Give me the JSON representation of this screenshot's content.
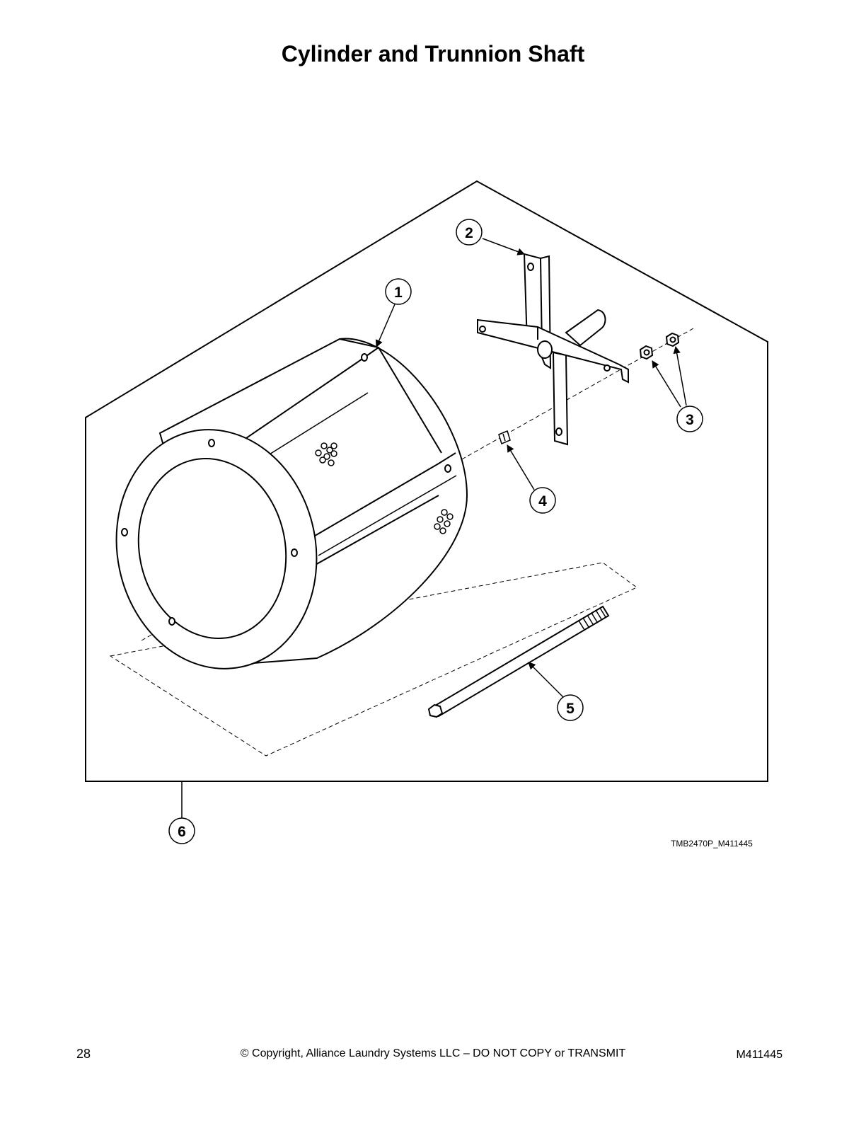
{
  "page": {
    "title": "Cylinder and Trunnion Shaft",
    "figure_id": "TMB2470P_M411445",
    "page_number": "28",
    "copyright": "© Copyright, Alliance Laundry Systems LLC – DO NOT COPY or TRANSMIT",
    "document_number": "M411445"
  },
  "callouts": {
    "c1": "1",
    "c2": "2",
    "c3": "3",
    "c4": "4",
    "c5": "5",
    "c6": "6"
  }
}
